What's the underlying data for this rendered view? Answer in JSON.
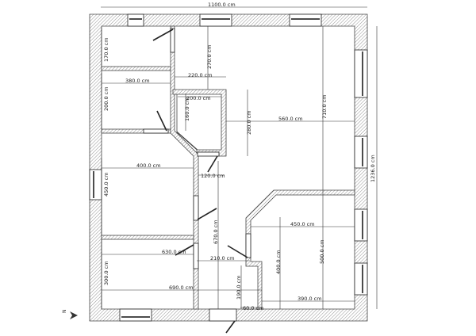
{
  "plan": {
    "overall_width": "1100.0 cm",
    "overall_height": "1236.0 cm",
    "dimensions": {
      "room1_height": "170.0 cm",
      "corridor_top_height": "270.0 cm",
      "room2_width": "380.0 cm",
      "corridor_width": "220.0 cm",
      "room2_height": "200.0 cm",
      "bath_width": "200.0 cm",
      "bath_height": "160.0 cm",
      "living_span_height": "280.0 cm",
      "living_width": "560.0 cm",
      "living_height": "710.0 cm",
      "room3_width": "400.0 cm",
      "room3_height": "450.0 cm",
      "door_gap": "120.0 cm",
      "corridor_length": "670.0 cm",
      "room4_width": "630.0 cm",
      "hall_width": "210.0 cm",
      "room4_height": "300.0 cm",
      "lower_width": "690.0 cm",
      "niche_height": "190.0 cm",
      "niche_width": "60.0 cm",
      "room5_width": "450.0 cm",
      "room5_height": "400.0 cm",
      "right_height": "500.0 cm",
      "room5_bottom_width": "390.0 cm"
    },
    "compass": "N"
  }
}
